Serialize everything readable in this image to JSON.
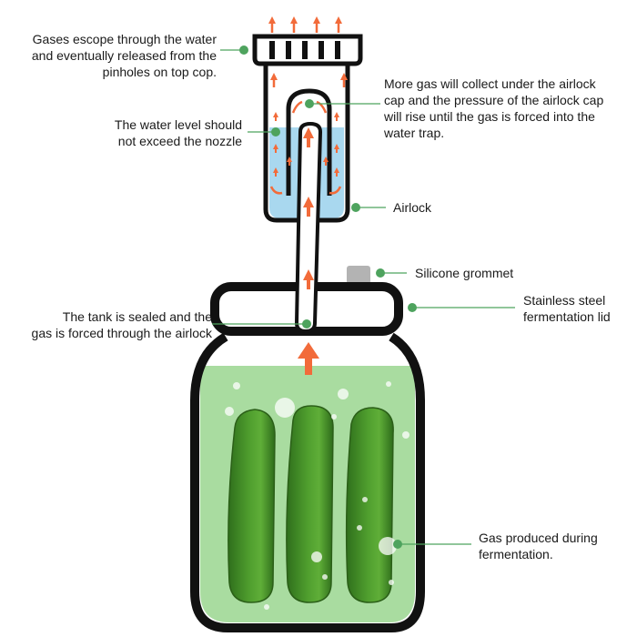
{
  "diagram": {
    "labels": {
      "gases_escape": [
        "Gases escope through the water",
        "and eventually released from the",
        "pinholes on top cop."
      ],
      "more_gas": [
        "More gas will collect under the airlock",
        "cap and the pressure of the airlock cap",
        "will rise until the gas is forced into the",
        "water trap."
      ],
      "water_level": [
        "The water level should",
        "not exceed the nozzle"
      ],
      "airlock": [
        "Airlock"
      ],
      "silicone_grommet": [
        "Silicone grommet"
      ],
      "lid": [
        "Stainless steel",
        "fermentation lid"
      ],
      "tank_sealed": [
        "The tank is sealed and the",
        "gas is forced through the airlock"
      ],
      "gas_produced": [
        "Gas produced during",
        "fermentation."
      ]
    },
    "colors": {
      "outline": "#111111",
      "arrow": "#f26b3a",
      "leader_dot": "#4ea35e",
      "water": "#a9d8ef",
      "brine": "#a9dca0",
      "pickle": "#3f8f2a",
      "grommet": "#b3b3b3"
    }
  }
}
